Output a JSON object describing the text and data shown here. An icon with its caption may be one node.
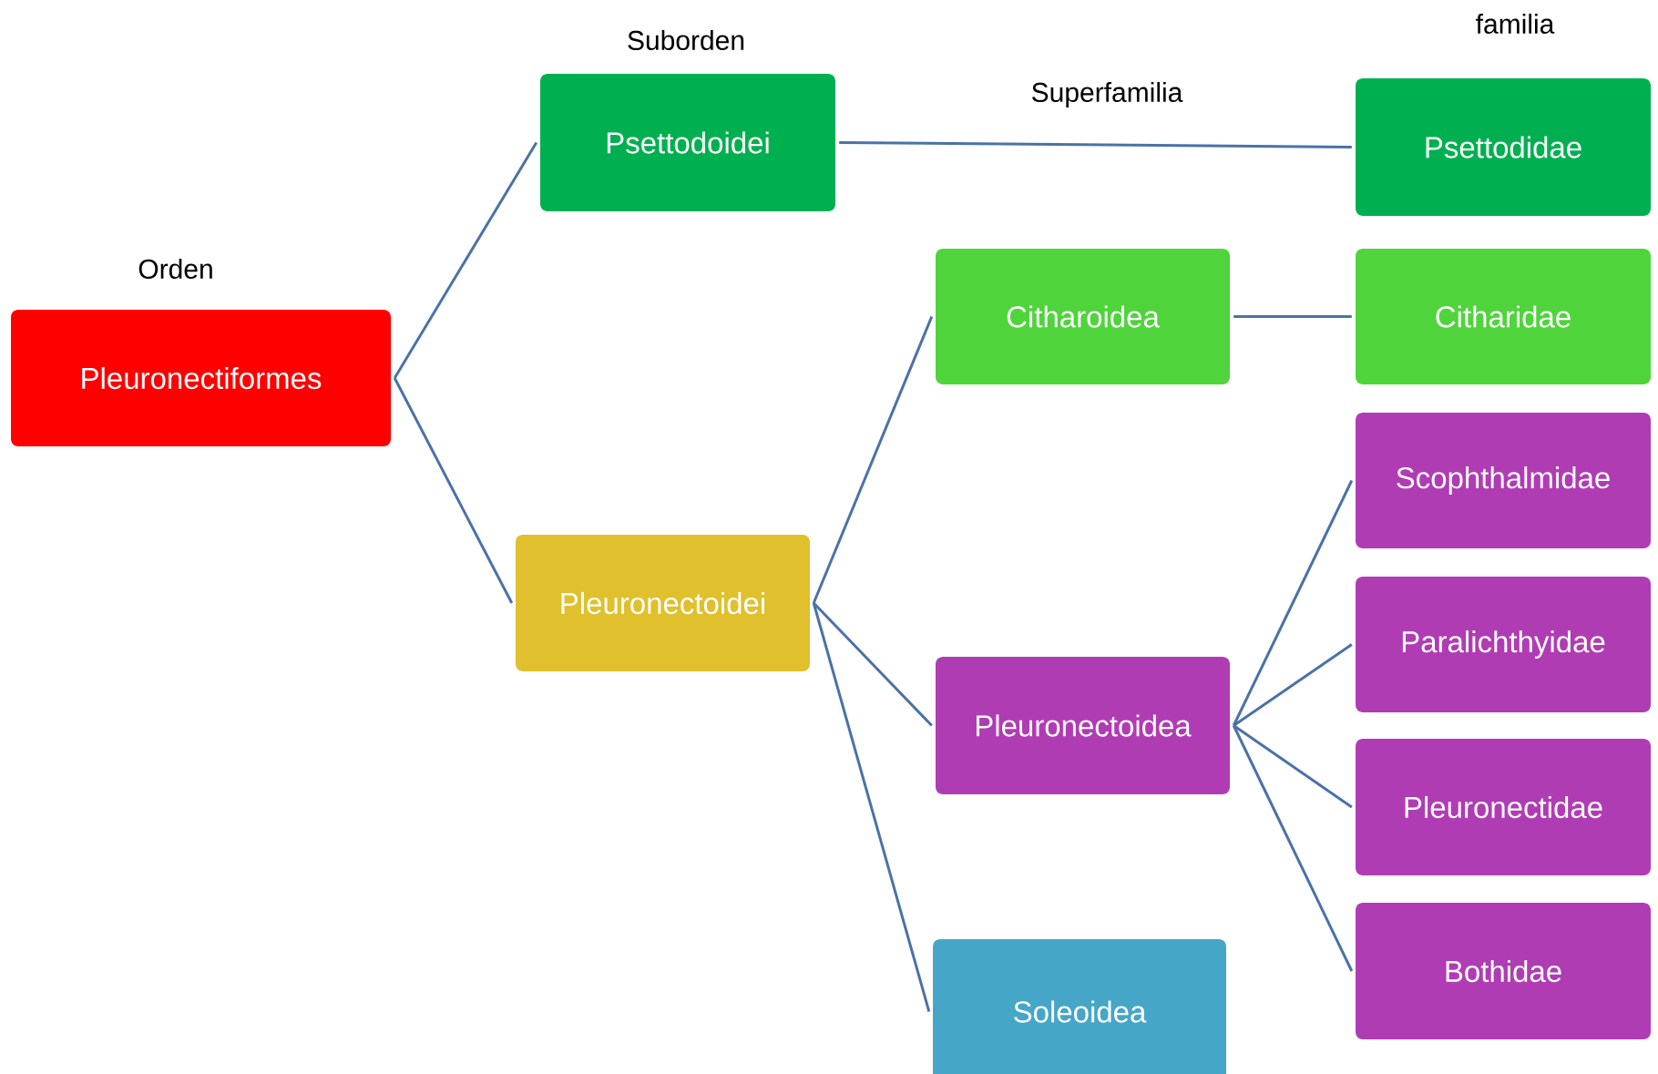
{
  "diagram": {
    "nodes": [
      {
        "text": [
          "Pleuronectiformes"
        ]
      },
      {
        "text": [
          "Psettodoidei"
        ]
      },
      {
        "text": [
          "Pleuronectoidei"
        ]
      },
      {
        "text": [
          "Citharoidea"
        ]
      },
      {
        "text": [
          "Pleuronectoidea"
        ]
      },
      {
        "text": [
          "Soleoidea"
        ]
      },
      {
        "text": [
          "Psettodidae"
        ]
      },
      {
        "text": [
          "Citharidae"
        ]
      },
      {
        "text": [
          "Scophthalmidae"
        ]
      },
      {
        "text": [
          "Paralichthyidae"
        ]
      },
      {
        "text": [
          "Pleuronectidae"
        ]
      },
      {
        "text": [
          "Bothidae"
        ]
      }
    ],
    "edges": [
      {
        "from": 0,
        "to": 1,
        "arrow": "none"
      },
      {
        "from": 0,
        "to": 2,
        "arrow": "none"
      },
      {
        "from": 1,
        "to": 6,
        "arrow": "none"
      },
      {
        "from": 2,
        "to": 3,
        "arrow": "none"
      },
      {
        "from": 2,
        "to": 4,
        "arrow": "none"
      },
      {
        "from": 2,
        "to": 5,
        "arrow": "none"
      },
      {
        "from": 3,
        "to": 7,
        "arrow": "none"
      },
      {
        "from": 4,
        "to": 8,
        "arrow": "none"
      },
      {
        "from": 4,
        "to": 9,
        "arrow": "none"
      },
      {
        "from": 4,
        "to": 10,
        "arrow": "none"
      },
      {
        "from": 4,
        "to": 11,
        "arrow": "none"
      }
    ],
    "labels": [
      "familia",
      "Suborden",
      "Superfamilia",
      "Orden"
    ]
  }
}
